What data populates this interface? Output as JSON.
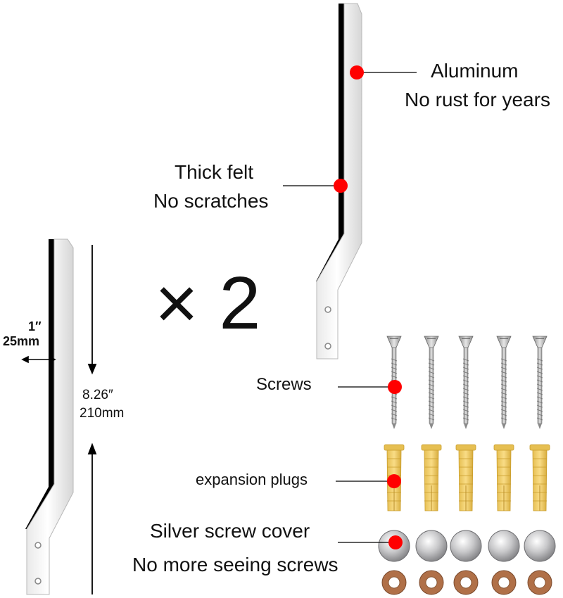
{
  "callouts": {
    "aluminum": {
      "line1": "Aluminum",
      "line2": "No rust for years"
    },
    "felt": {
      "line1": "Thick felt",
      "line2": "No scratches"
    },
    "screws": "Screws",
    "plugs": "expansion plugs",
    "cover": {
      "line1": "Silver screw cover",
      "line2": "No more seeing screws"
    }
  },
  "multiplier": "× 2",
  "dimensions": {
    "width_in": "1″",
    "width_mm": "25mm",
    "height_in": "8.26″",
    "height_mm": "210mm"
  },
  "colors": {
    "dot": "#ff0000",
    "plug": "#f3cf6a",
    "washer": "#b07048",
    "cap": "#d9d9db",
    "felt": "#000000"
  },
  "parts": {
    "screw_count": 5,
    "plug_count": 5,
    "cover_count": 5,
    "washer_count": 5
  }
}
